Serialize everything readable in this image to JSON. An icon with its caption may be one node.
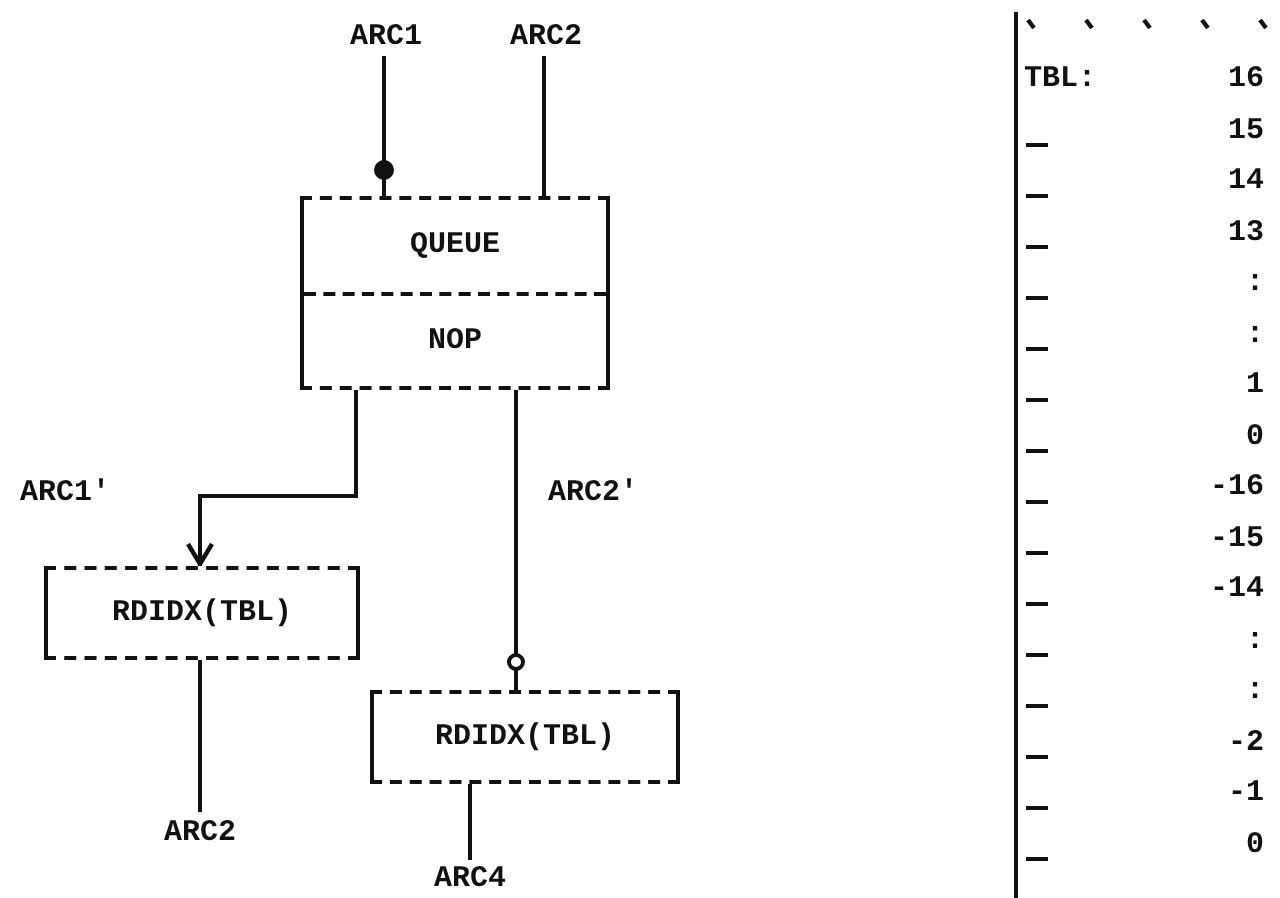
{
  "diagram": {
    "nodes": [
      {
        "text": [
          "ARC1"
        ]
      },
      {
        "text": [
          "ARC2"
        ]
      },
      {
        "text": [
          "QUEUE",
          "NOP"
        ]
      },
      {
        "text": [
          "RDIDX(TBL)"
        ]
      },
      {
        "text": [
          "RDIDX(TBL)"
        ]
      },
      {
        "text": [
          "ARC2"
        ]
      },
      {
        "text": [
          "ARC4"
        ]
      }
    ],
    "edges": [
      {
        "from": 0,
        "to": 2,
        "arrow": "other"
      },
      {
        "from": 1,
        "to": 2,
        "arrow": "none"
      },
      {
        "from": 2,
        "to": 3,
        "arrow": "to",
        "label": "ARC1'"
      },
      {
        "from": 2,
        "to": 4,
        "arrow": "other",
        "label": "ARC2'"
      },
      {
        "from": 3,
        "to": 5,
        "arrow": "none"
      },
      {
        "from": 4,
        "to": 6,
        "arrow": "none"
      }
    ],
    "labels": [
      "TBL:",
      "16",
      "15",
      "14",
      "13",
      ":",
      ":",
      "1",
      "0",
      "-16",
      "-15",
      "-14",
      ":",
      ":",
      "-2",
      "-1",
      "0"
    ]
  }
}
